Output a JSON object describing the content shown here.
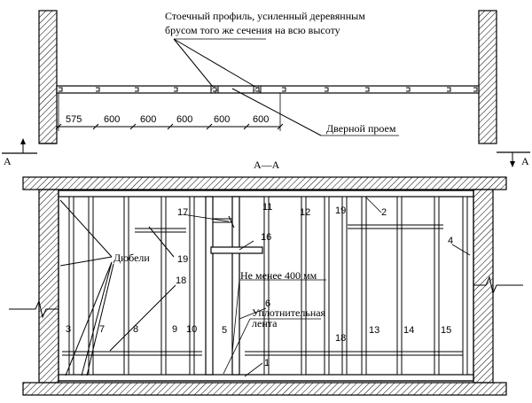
{
  "top": {
    "note_line1": "Стоечный профиль, усиленный деревянным",
    "note_line2": "брусом того же сечения на всю высоту",
    "door_label": "Дверной проем",
    "dims": [
      "575",
      "600",
      "600",
      "600",
      "600",
      "600"
    ],
    "section_mark": "А"
  },
  "section": {
    "title": "А—А",
    "dubeli": "Дюбели",
    "min_label": "Не менее 400 мм",
    "tape_line1": "Уплотнительная",
    "tape_line2": "лента",
    "numbers": [
      "1",
      "2",
      "3",
      "4",
      "5",
      "6",
      "7",
      "8",
      "9",
      "10",
      "11",
      "12",
      "13",
      "14",
      "15",
      "16",
      "17",
      "18",
      "18",
      "19",
      "19"
    ]
  }
}
